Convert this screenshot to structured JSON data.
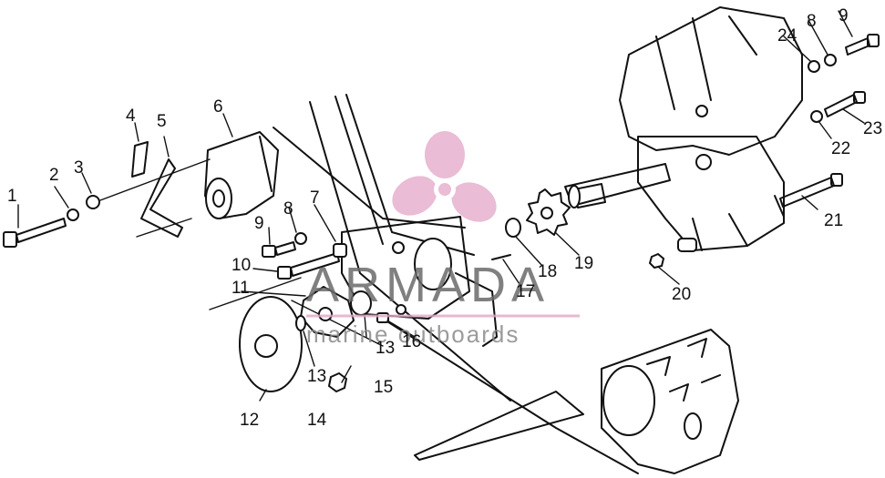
{
  "watermark": {
    "title": "ARMADA",
    "subtitle": "marine outboards",
    "accent_color": "#e3a6c8"
  },
  "callouts": [
    "1",
    "2",
    "3",
    "4",
    "5",
    "6",
    "7",
    "8",
    "9",
    "10",
    "11",
    "12",
    "13",
    "13",
    "14",
    "15",
    "16",
    "17",
    "18",
    "19",
    "20",
    "21",
    "22",
    "23",
    "24",
    "8",
    "9"
  ]
}
